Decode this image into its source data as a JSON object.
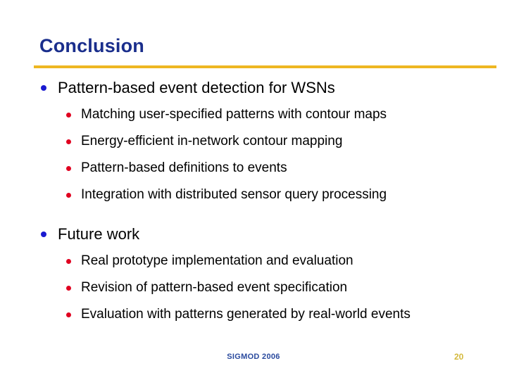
{
  "slide": {
    "title": "Conclusion",
    "accent_rule_color": "#eeb722",
    "title_color": "#1a2e8c",
    "background_color": "#ffffff",
    "level1_bullet_color": "#1a1ad0",
    "level2_bullet_color": "#e00020",
    "sections": [
      {
        "heading": "Pattern-based event detection for WSNs",
        "items": [
          "Matching user-specified patterns with contour maps",
          "Energy-efficient in-network contour mapping",
          "Pattern-based definitions to events",
          "Integration with distributed sensor query processing"
        ]
      },
      {
        "heading": "Future work",
        "items": [
          "Real prototype implementation and evaluation",
          "Revision of pattern-based event specification",
          "Evaluation with patterns generated by real-world events"
        ]
      }
    ]
  },
  "footer": {
    "conference": "SIGMOD 2006",
    "page_number": "20",
    "conference_color": "#2a4a9e",
    "page_number_color": "#d4b93c"
  }
}
